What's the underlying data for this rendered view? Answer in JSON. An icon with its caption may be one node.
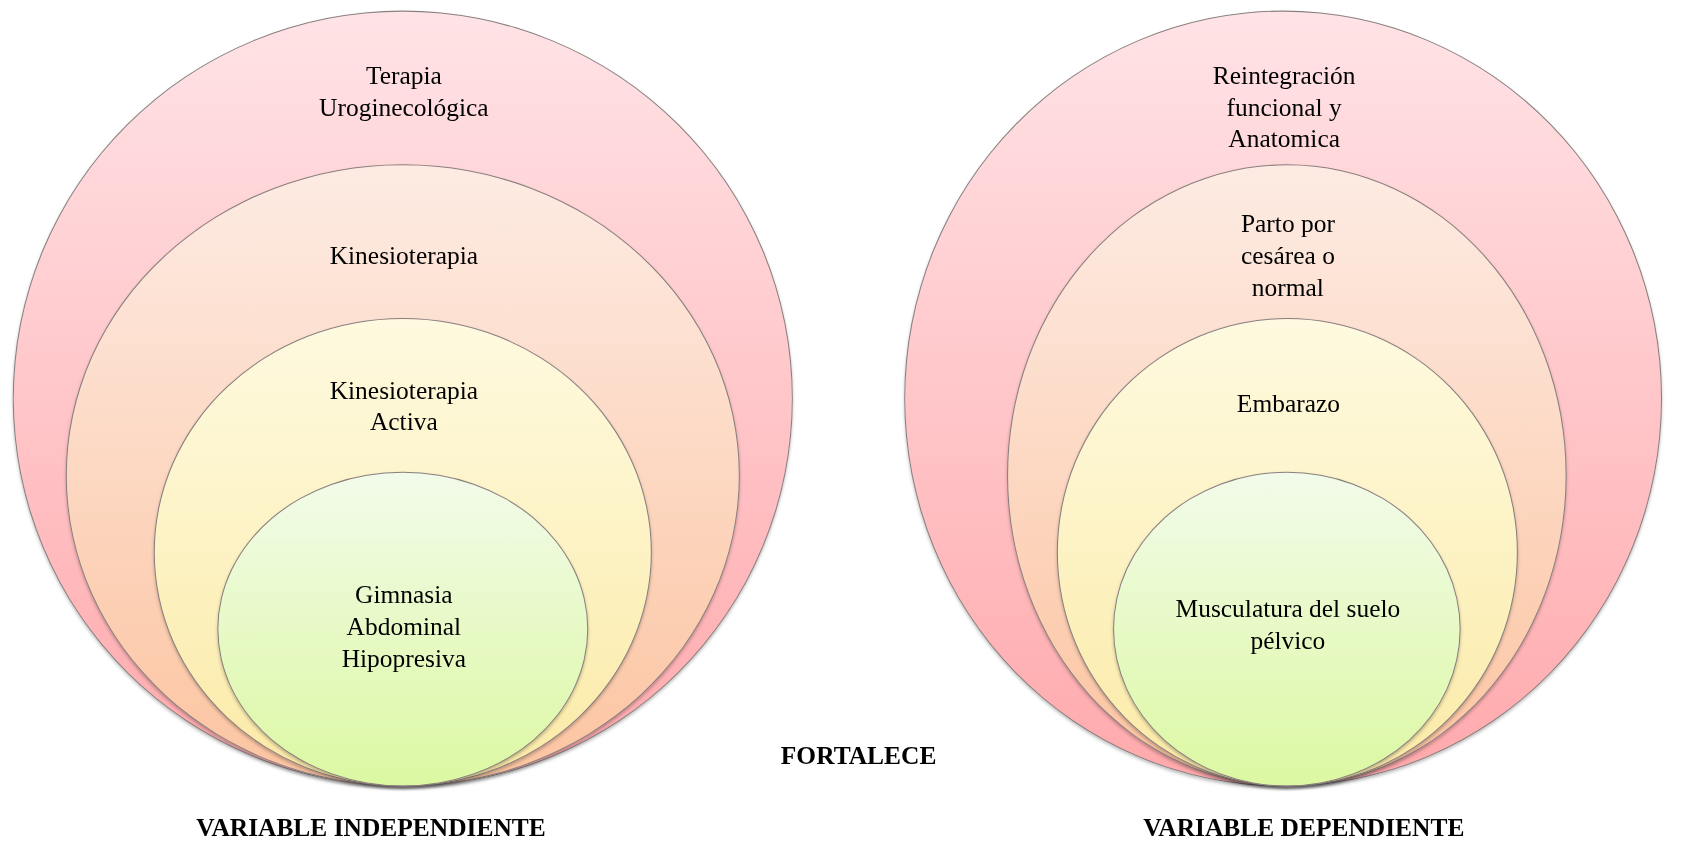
{
  "diagram": {
    "nodes": [
      {
        "text": [
          "Terapia Uroginecológica"
        ]
      },
      {
        "text": [
          "Kinesioterapia"
        ],
        "in": 0
      },
      {
        "text": [
          "Kinesioterapia Activa"
        ],
        "in": 1
      },
      {
        "text": [
          "Gimnasia Abdominal Hipopresiva"
        ],
        "in": 2
      },
      {
        "text": [
          "Reintegración funcional y Anatomica"
        ]
      },
      {
        "text": [
          "Parto por cesárea o normal"
        ],
        "in": 4
      },
      {
        "text": [
          "Embarazo"
        ],
        "in": 5
      },
      {
        "text": [
          "Musculatura del suelo pélvico"
        ],
        "in": 6
      }
    ],
    "edges": [],
    "labels": [
      "FORTALECE",
      "VARIABLE INDEPENDIENTE",
      "VARIABLE DEPENDIENTE"
    ]
  }
}
